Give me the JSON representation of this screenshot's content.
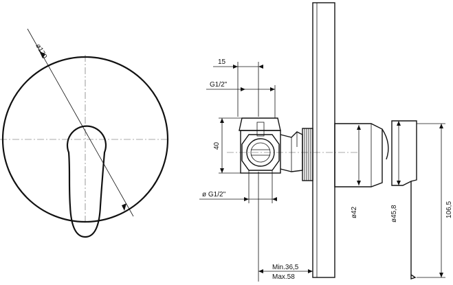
{
  "dimensions": {
    "front_diameter": "ø170",
    "width_15": "15",
    "thread_top": "G1/2\"",
    "height_40": "40",
    "thread_bottom": "ø G1/2\"",
    "dia_42": "ø42",
    "dia_45_8": "ø45,8",
    "height_106_5": "106,5",
    "depth_min": "Min.36,5",
    "depth_max": "Max.58"
  }
}
